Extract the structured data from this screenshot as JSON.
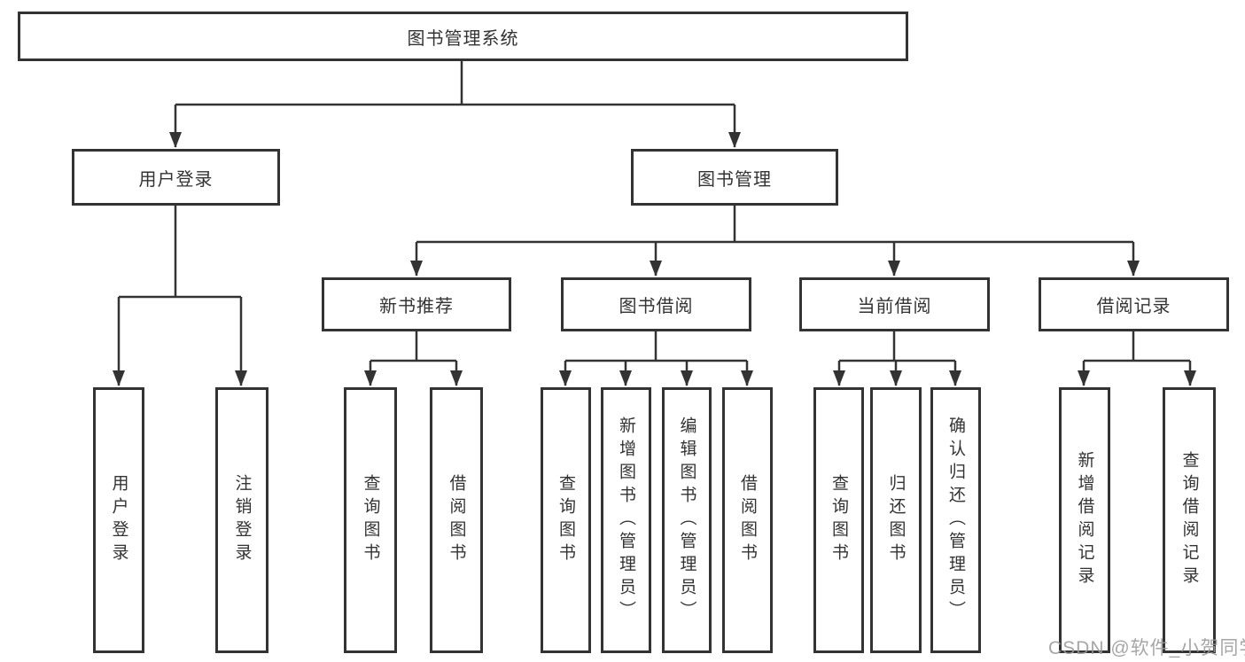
{
  "nodes": {
    "root": {
      "label": "图书管理系统"
    },
    "level2": [
      {
        "label": "用户登录"
      },
      {
        "label": "图书管理"
      }
    ],
    "level3": [
      {
        "label": "新书推荐"
      },
      {
        "label": "图书借阅"
      },
      {
        "label": "当前借阅"
      },
      {
        "label": "借阅记录"
      }
    ],
    "leaves": [
      {
        "label": "用户登录"
      },
      {
        "label": "注销登录"
      },
      {
        "label": "查询图书"
      },
      {
        "label": "借阅图书"
      },
      {
        "label": "查询图书"
      },
      {
        "label": "新增图书（管理员）"
      },
      {
        "label": "编辑图书（管理员）"
      },
      {
        "label": "借阅图书"
      },
      {
        "label": "查询图书"
      },
      {
        "label": "归还图书"
      },
      {
        "label": "确认归还（管理员）"
      },
      {
        "label": "新增借阅记录"
      },
      {
        "label": "查询借阅记录"
      }
    ]
  },
  "watermark": "CSDN @软件_小贺同学",
  "colors": {
    "line": "#333333",
    "box_border": "#333333",
    "text": "#333333",
    "watermark": "#9a9a9a",
    "background": "#ffffff"
  }
}
